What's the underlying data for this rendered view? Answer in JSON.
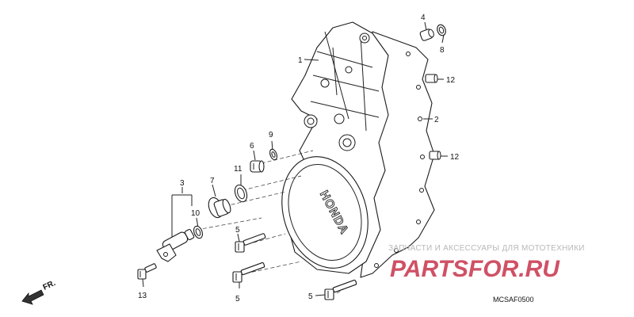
{
  "callouts": {
    "c1": "1",
    "c2": "2",
    "c3": "3",
    "c4": "4",
    "c5a": "5",
    "c5b": "5",
    "c5c": "5",
    "c6": "6",
    "c7": "7",
    "c8": "8",
    "c9": "9",
    "c10": "10",
    "c11": "11",
    "c12a": "12",
    "c12b": "12",
    "c13": "13"
  },
  "cover_emblem": "HONDA",
  "front_arrow": "FR.",
  "diagram_code": "MCSAF0500",
  "watermark": {
    "tagline": "ЗАПЧАСТИ И АКСЕССУАРЫ ДЛЯ МОТОТЕХНИКИ",
    "logo": "PARTSFOR.RU"
  }
}
